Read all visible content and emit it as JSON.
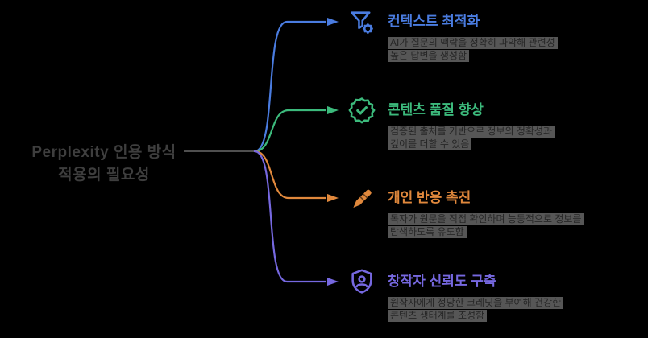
{
  "diagram": {
    "background": "#000000",
    "type": "mindmap"
  },
  "connector": {
    "stem_color": "#4f4f4f"
  },
  "root": {
    "line1": "Perplexity 인용 방식",
    "line2": "적용의 필요성"
  },
  "branches": [
    {
      "title": "컨텍스트 최적화",
      "color": "#4a7ce0",
      "icon": "funnel-gear-icon",
      "desc_line1": "AI가 질문의 맥락을 정확히 파악해 관련성",
      "desc_line2": "높은 답변을 생성함"
    },
    {
      "title": "콘텐츠 품질 향상",
      "color": "#3cba7c",
      "icon": "verified-badge-icon",
      "desc_line1": "검증된 출처를 기반으로 정보의 정확성과",
      "desc_line2": "깊이를 더할 수 있음"
    },
    {
      "title": "개인 반응 촉진",
      "color": "#e0883c",
      "icon": "pen-icon",
      "desc_line1": "독자가 원문을 직접 확인하며 능동적으로 정보를",
      "desc_line2": "탐색하도록 유도함"
    },
    {
      "title": "창작자 신뢰도 구축",
      "color": "#7668e0",
      "icon": "shield-user-icon",
      "desc_line1": "원작자에게 정당한 크레딧을 부여해 건강한",
      "desc_line2": "콘텐츠 생태계를 조성함"
    }
  ],
  "desc_style": {
    "highlight_color": "#565656",
    "text_color": "#262626"
  }
}
